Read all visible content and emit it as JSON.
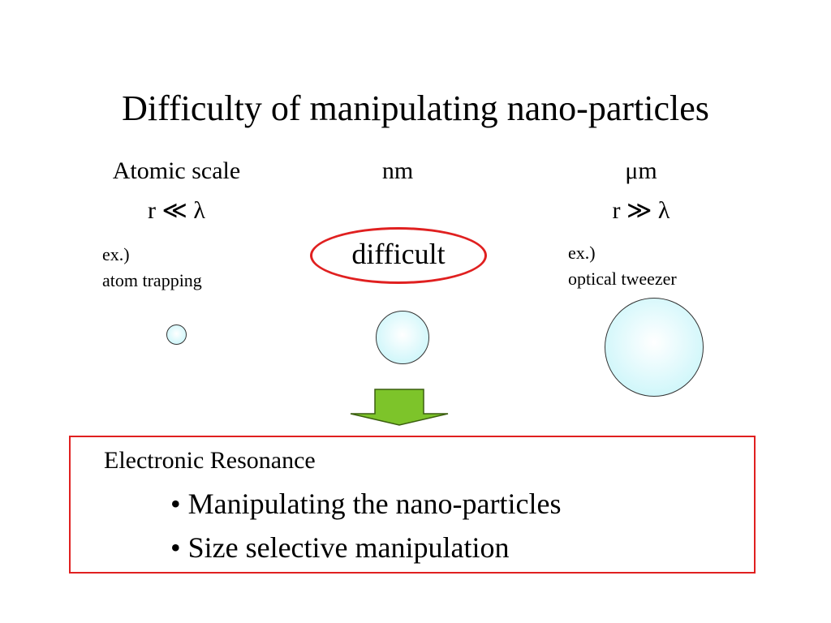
{
  "title": "Difficulty of manipulating nano-particles",
  "columns": {
    "atomic": {
      "heading": "Atomic scale",
      "relation": "r ≪ λ",
      "example_label": "ex.)",
      "example_text": "atom trapping"
    },
    "nm": {
      "heading": "nm",
      "callout": "difficult"
    },
    "um": {
      "heading": "μm",
      "relation": "r ≫ λ",
      "example_label": "ex.)",
      "example_text": "optical tweezer"
    }
  },
  "summary": {
    "heading": "Electronic Resonance",
    "bullets": [
      "• Manipulating the nano-particles",
      "• Size selective manipulation"
    ]
  },
  "colors": {
    "highlight_red": "#e02020",
    "arrow_green": "#7dc42a",
    "particle_fill": "#bff3f8"
  }
}
